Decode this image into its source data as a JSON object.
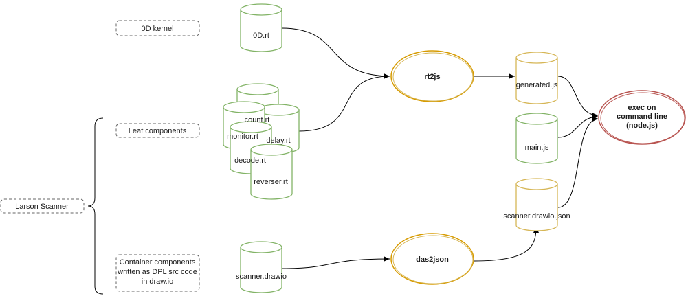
{
  "labels": {
    "kernel": "0D kernel",
    "leaf": "Leaf components",
    "larson": "Larson Scanner",
    "container_line1": "Container components",
    "container_line2": "written as DPL src code",
    "container_line3": "in draw.io"
  },
  "cylinders": {
    "od_rt": "0D.rt",
    "count_rt": "count.rt",
    "monitor_rt": "monitor.rt",
    "delay_rt": "delay.rt",
    "decode_rt": "decode.rt",
    "reverser_rt": "reverser.rt",
    "scanner_drawio": "scanner.drawio",
    "generated_js": "generated.js",
    "main_js": "main.js",
    "scanner_json": "scanner.drawio.json"
  },
  "processes": {
    "rt2js": "rt2js",
    "das2json": "das2json",
    "exec_line1": "exec on",
    "exec_line2": "command line",
    "exec_line3": "(node.js)"
  },
  "colors": {
    "green": "#82b366",
    "green_fill": "#ffffff",
    "yellow": "#d6b656",
    "yellow_fill": "#ffffff",
    "orange": "#d79b00",
    "red": "#b85450",
    "edge": "#000000",
    "label_border": "#666666"
  }
}
